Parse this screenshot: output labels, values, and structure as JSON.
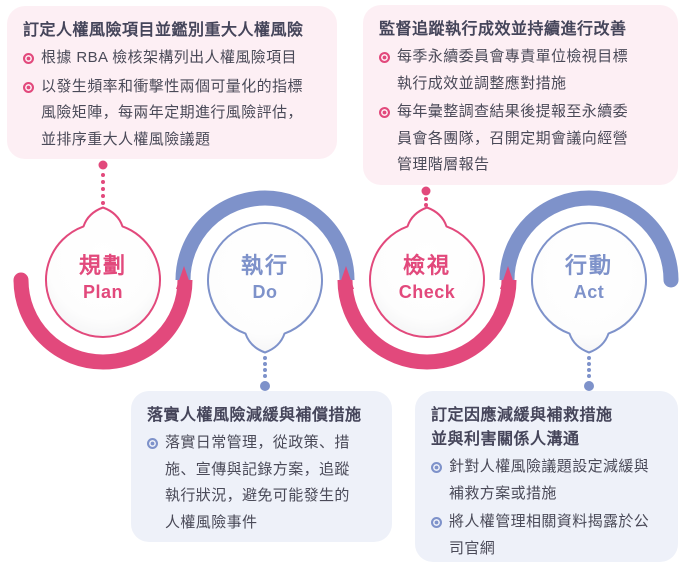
{
  "cycle": {
    "stages": [
      {
        "zh": "規劃",
        "en": "Plan",
        "color": "pink"
      },
      {
        "zh": "執行",
        "en": "Do",
        "color": "blue"
      },
      {
        "zh": "檢視",
        "en": "Check",
        "color": "pink"
      },
      {
        "zh": "行動",
        "en": "Act",
        "color": "blue"
      }
    ]
  },
  "boxes": {
    "plan_box": {
      "title": "訂定人權風險項目並鑑別重大人權風險",
      "bullets": [
        "根據 RBA 檢核架構列出人權風險項目",
        "以發生頻率和衝擊性兩個可量化的指標\n風險矩陣，每兩年定期進行風險評估，\n並排序重大人權風險議題"
      ]
    },
    "check_box": {
      "title": "監督追蹤執行成效並持續進行改善",
      "bullets": [
        "每季永續委員會專責單位檢視目標\n執行成效並調整應對措施",
        "每年彙整調查結果後提報至永續委\n員會各團隊，召開定期會議向經營\n管理階層報告"
      ]
    },
    "do_box": {
      "title": "落實人權風險減緩與補償措施",
      "bullets": [
        "落實日常管理，從政策、措\n施、宣傳與記錄方案，追蹤\n執行狀況，避免可能發生的\n人權風險事件"
      ]
    },
    "act_box": {
      "title": "訂定因應減緩與補救措施\n並與利害關係人溝通",
      "bullets": [
        "針對人權風險議題設定減緩與\n補救方案或措施",
        "將人權管理相關資料揭露於公\n司官網"
      ]
    }
  },
  "colors": {
    "pink": "#e2497c",
    "blue": "#7e92ca",
    "pink_box_bg": "#fdeff4",
    "blue_box_bg": "#eef1f9",
    "text": "#474754"
  }
}
